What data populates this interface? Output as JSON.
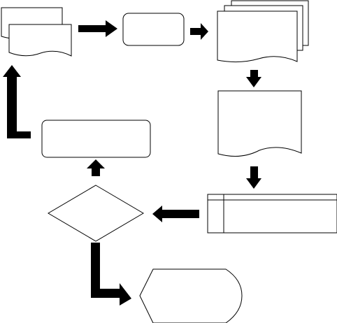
{
  "diagram": {
    "title": "",
    "colors": {
      "background": "#ffffff",
      "stroke": "#000000",
      "arrow": "#000000"
    },
    "shapes": [
      {
        "id": "multi-document-left",
        "kind": "multiple-documents",
        "label": ""
      },
      {
        "id": "process-rounded-top",
        "kind": "rounded-process",
        "label": ""
      },
      {
        "id": "multi-document-right",
        "kind": "multiple-documents",
        "label": ""
      },
      {
        "id": "document-middle",
        "kind": "document",
        "label": ""
      },
      {
        "id": "internal-storage",
        "kind": "internal-storage",
        "label": ""
      },
      {
        "id": "decision-diamond",
        "kind": "decision",
        "label": ""
      },
      {
        "id": "process-rounded-middle",
        "kind": "rounded-process",
        "label": ""
      },
      {
        "id": "display-shape",
        "kind": "display",
        "label": ""
      }
    ],
    "connectors": [
      {
        "from": "multi-document-left",
        "to": "process-rounded-top",
        "direction": "right"
      },
      {
        "from": "process-rounded-top",
        "to": "multi-document-right",
        "direction": "right"
      },
      {
        "from": "multi-document-right",
        "to": "document-middle",
        "direction": "down"
      },
      {
        "from": "document-middle",
        "to": "internal-storage",
        "direction": "down"
      },
      {
        "from": "internal-storage",
        "to": "decision-diamond",
        "direction": "left"
      },
      {
        "from": "decision-diamond",
        "to": "process-rounded-middle",
        "direction": "up"
      },
      {
        "from": "process-rounded-middle",
        "to": "multi-document-left",
        "direction": "up"
      },
      {
        "from": "decision-diamond",
        "to": "display-shape",
        "direction": "down-right"
      }
    ]
  }
}
